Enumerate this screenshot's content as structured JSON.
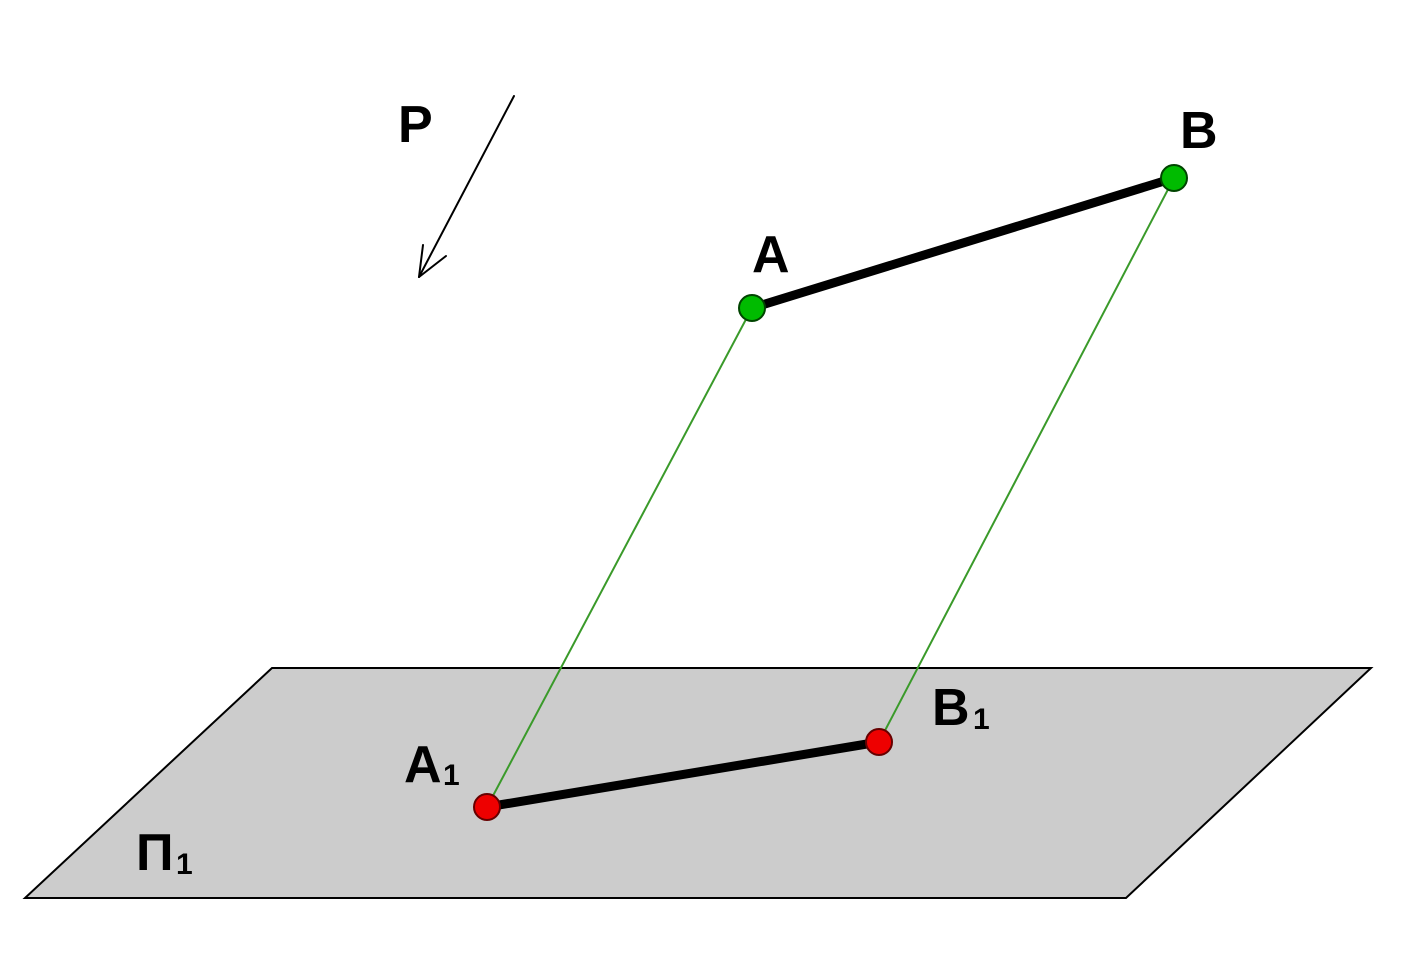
{
  "plane": {
    "label": "Π",
    "label_subscript": "1",
    "fill_color": "#cccccc",
    "stroke_color": "#000000"
  },
  "direction": {
    "label": "P",
    "arrow_color": "#000000"
  },
  "points": {
    "A": {
      "label": "A",
      "subscript": "",
      "color": "#00bb00"
    },
    "B": {
      "label": "B",
      "subscript": "",
      "color": "#00bb00"
    },
    "A1": {
      "label": "A",
      "subscript": "1",
      "color": "#ee0000"
    },
    "B1": {
      "label": "B",
      "subscript": "1",
      "color": "#ee0000"
    }
  },
  "segment_color": "#000000",
  "projection_line_color": "#3a9a2a"
}
